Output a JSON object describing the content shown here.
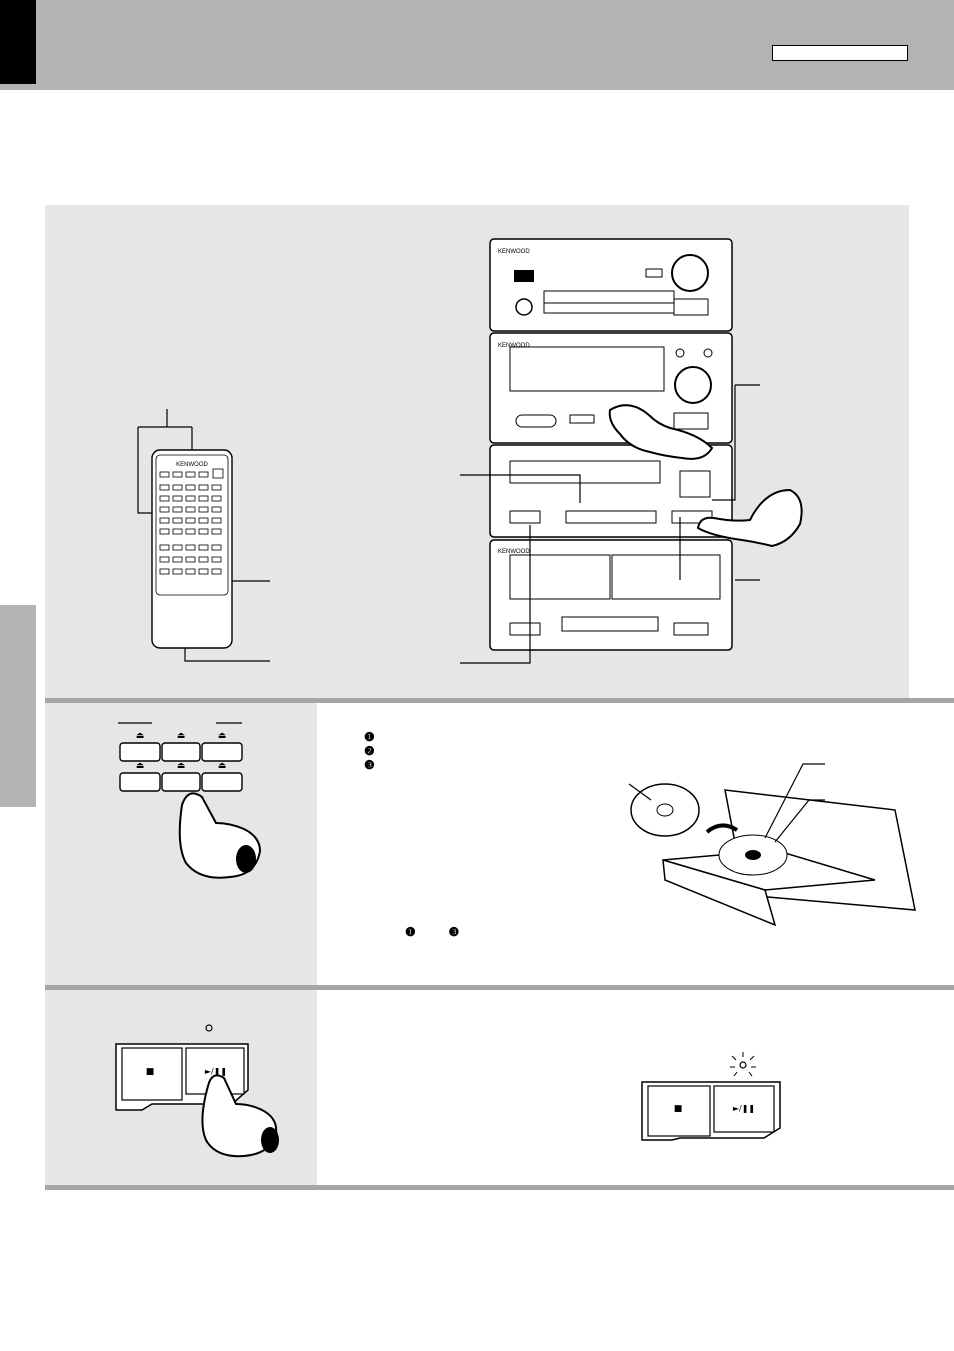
{
  "header": {
    "tab_text": "",
    "box_text": ""
  },
  "step_markers": [
    "❶",
    "❷",
    "❸"
  ],
  "step_ref": {
    "from": "❶",
    "to": "❸"
  },
  "remote": {
    "brand": "KENWOOD"
  },
  "system": {
    "brand": "KENWOOD"
  },
  "buttons": {
    "stop_symbol": "■",
    "play_pause_symbol": "►/❚❚"
  }
}
